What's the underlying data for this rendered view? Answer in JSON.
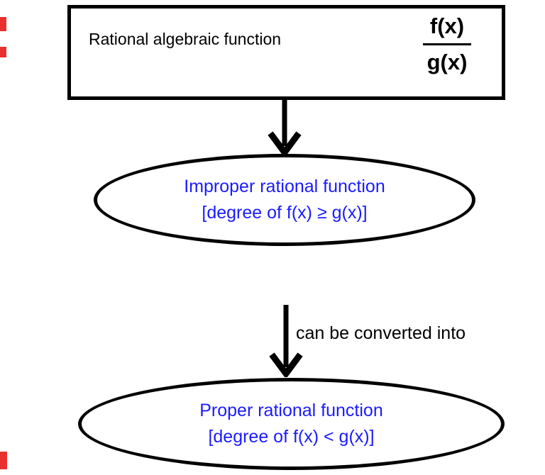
{
  "diagram": {
    "background": "#ffffff",
    "colors": {
      "outline": "#000000",
      "black_text": "#000000",
      "blue_node_text": "#1b1bff",
      "red_margin_mark": "#e8312e"
    },
    "top_box": {
      "label": "Rational algebraic function",
      "fraction": {
        "numerator": "f(x)",
        "denominator": "g(x)"
      }
    },
    "improper_node": {
      "line1": "Improper rational function",
      "line2": "[degree of f(x) ≥ g(x)]"
    },
    "arrow2": {
      "label": "can be converted into"
    },
    "proper_node": {
      "line1": "Proper rational function",
      "line2": "[degree of f(x) < g(x)]"
    }
  }
}
